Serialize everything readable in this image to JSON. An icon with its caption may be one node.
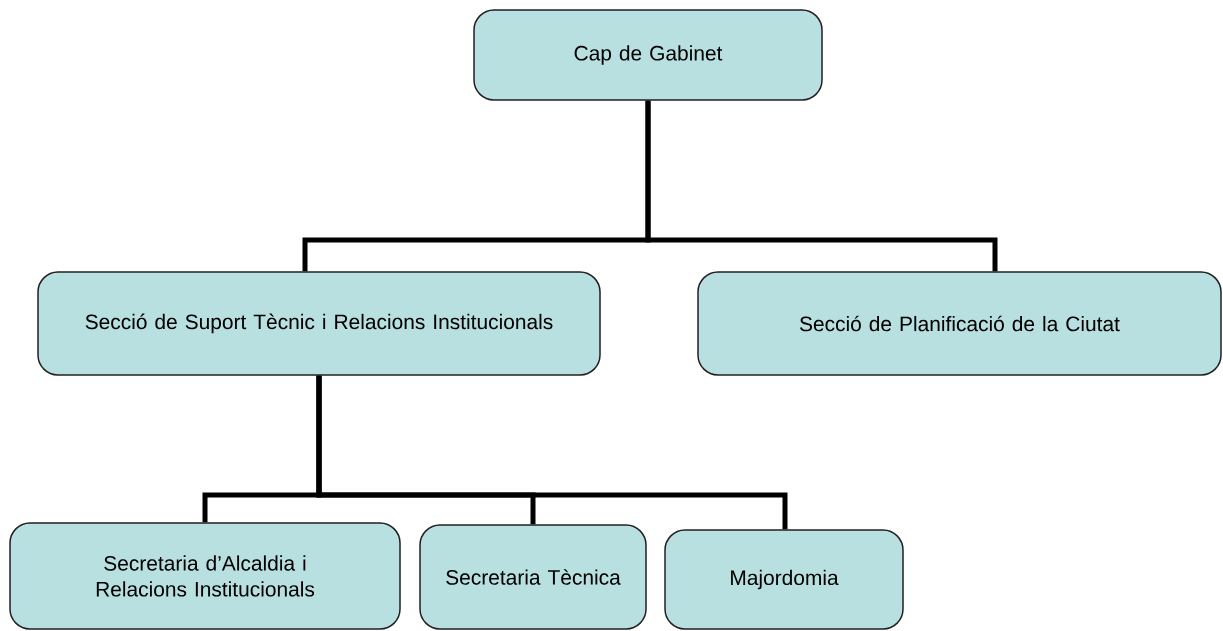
{
  "diagram": {
    "nodes": [
      {
        "text": [
          "Cap de Gabinet"
        ]
      },
      {
        "text": [
          "Secció de Suport Tècnic i Relacions Institucionals"
        ]
      },
      {
        "text": [
          "Secció de Planificació de la Ciutat"
        ]
      },
      {
        "text": [
          "Secretaria d’Alcaldia i Relacions Institucionals"
        ]
      },
      {
        "text": [
          "Secretaria Tècnica"
        ]
      },
      {
        "text": [
          "Majordomia"
        ]
      }
    ],
    "edges": [
      {
        "from": 0,
        "to": 1,
        "arrow": "none"
      },
      {
        "from": 0,
        "to": 2,
        "arrow": "none"
      },
      {
        "from": 1,
        "to": 3,
        "arrow": "none"
      },
      {
        "from": 1,
        "to": 4,
        "arrow": "none"
      },
      {
        "from": 1,
        "to": 5,
        "arrow": "none"
      }
    ]
  }
}
